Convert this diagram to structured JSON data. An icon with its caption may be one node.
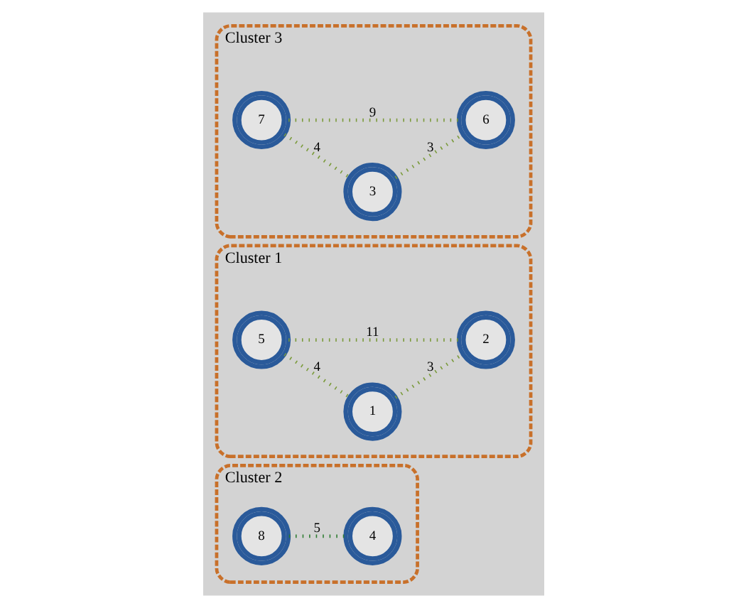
{
  "diagram": {
    "nodes": [
      {
        "text": [
          "Cluster 2"
        ]
      },
      {
        "text": [
          "8"
        ],
        "in": 0
      },
      {
        "text": [
          "4"
        ],
        "in": 0
      },
      {
        "text": [
          "Cluster 1"
        ]
      },
      {
        "text": [
          "5"
        ],
        "in": 3
      },
      {
        "text": [
          "1"
        ],
        "in": 3
      },
      {
        "text": [
          "2"
        ],
        "in": 3
      },
      {
        "text": [
          "Cluster 3"
        ]
      },
      {
        "text": [
          "7"
        ],
        "in": 7
      },
      {
        "text": [
          "3"
        ],
        "in": 7
      },
      {
        "text": [
          "6"
        ],
        "in": 7
      }
    ],
    "edges": [
      {
        "from": 1,
        "to": 2,
        "arrow": "none",
        "label": "5",
        "color": "#2e7d32"
      },
      {
        "from": 4,
        "to": 5,
        "arrow": "none",
        "label": "4"
      },
      {
        "from": 4,
        "to": 6,
        "arrow": "none",
        "label": "11"
      },
      {
        "from": 5,
        "to": 6,
        "arrow": "none",
        "label": "3"
      },
      {
        "from": 8,
        "to": 9,
        "arrow": "none",
        "label": "4"
      },
      {
        "from": 8,
        "to": 10,
        "arrow": "none",
        "label": "9"
      },
      {
        "from": 9,
        "to": 10,
        "arrow": "none",
        "label": "3"
      }
    ]
  }
}
